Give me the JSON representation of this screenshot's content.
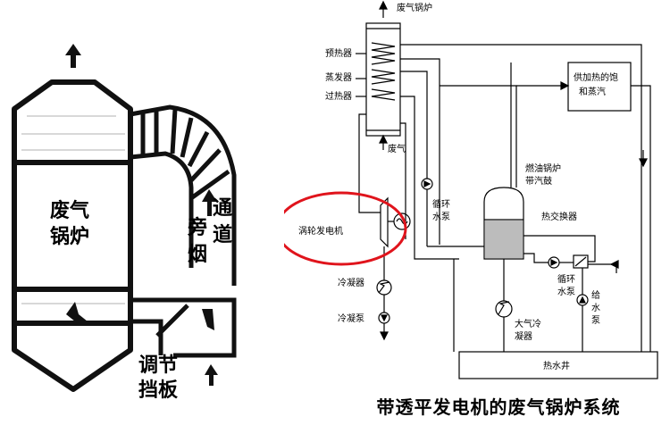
{
  "left_diagram": {
    "boiler_label": [
      "废气",
      "锅炉"
    ],
    "bypass_label_col1": [
      "旁",
      "烟"
    ],
    "bypass_label_col2": [
      "通",
      "道"
    ],
    "damper_label": [
      "调节",
      "挡板"
    ]
  },
  "right_diagram": {
    "exhaust_out": "废气锅炉",
    "preheater": "预热器",
    "evaporator": "蒸发器",
    "superheater": "过热器",
    "exhaust_gas": "废气",
    "steam_supply": [
      "供加热的饱",
      "和蒸汽"
    ],
    "oil_boiler": [
      "燃油锅炉",
      "带汽鼓"
    ],
    "circulation_pump_1": [
      "循环",
      "水泵"
    ],
    "turbo_generator": "涡轮发电机",
    "heat_exchanger": "热交换器",
    "circulation_pump_2": [
      "循环",
      "水泵"
    ],
    "condenser": "冷凝器",
    "feed_pump": [
      "给",
      "水",
      "泵"
    ],
    "condensate_pump": "冷凝泵",
    "atmospheric_condenser": [
      "大气冷",
      "凝器"
    ],
    "hotwell": "热水井"
  },
  "caption": "带透平发电机的废气锅炉系统",
  "colors": {
    "highlight": "#e0141c",
    "ink": "#000000",
    "water": "#bcbcbc"
  }
}
